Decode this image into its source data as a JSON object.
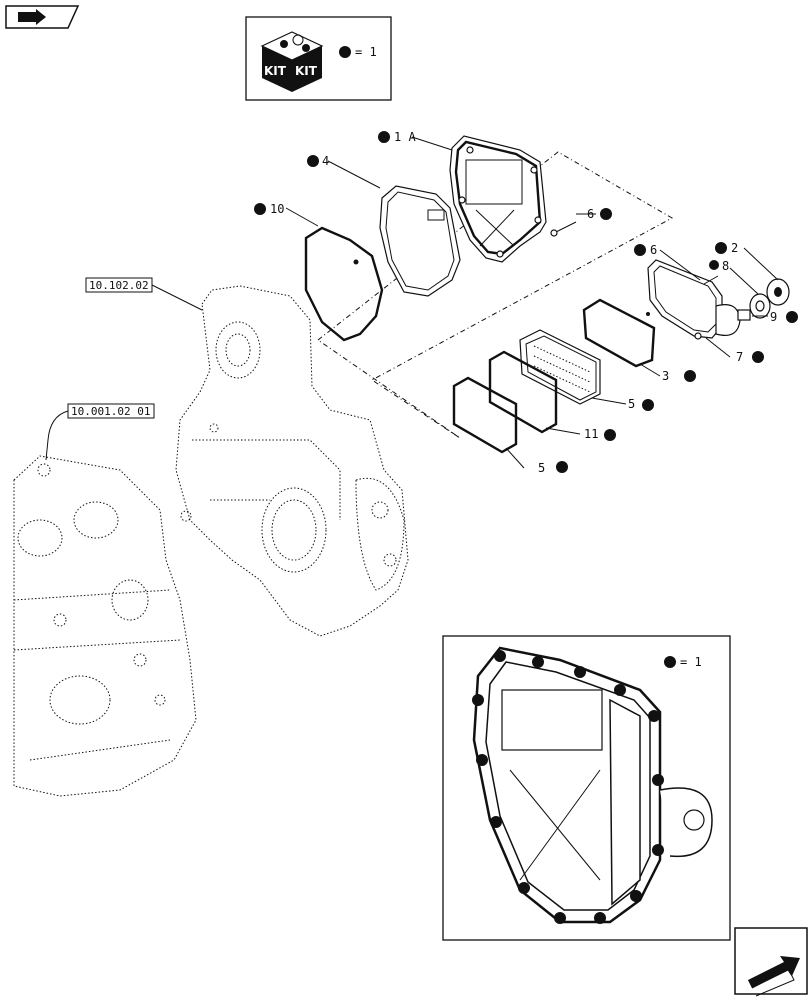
{
  "legend_top": {
    "text": "= 1",
    "kit_word_1": "KIT",
    "kit_word_2": "KIT"
  },
  "legend_inset": {
    "text": "= 1"
  },
  "refs": [
    {
      "id": "ref-10-102-02",
      "text": "10.102.02"
    },
    {
      "id": "ref-10-001-02-01",
      "text": "10.001.02 01"
    }
  ],
  "callouts": [
    {
      "id": "1A",
      "text": "1 A"
    },
    {
      "id": "4",
      "text": "4"
    },
    {
      "id": "10",
      "text": "10"
    },
    {
      "id": "6a",
      "text": "6"
    },
    {
      "id": "6b",
      "text": "6"
    },
    {
      "id": "2",
      "text": "2"
    },
    {
      "id": "8",
      "text": "8"
    },
    {
      "id": "9",
      "text": "9"
    },
    {
      "id": "3",
      "text": "3"
    },
    {
      "id": "5a",
      "text": "5"
    },
    {
      "id": "7",
      "text": "7"
    },
    {
      "id": "11",
      "text": "11"
    },
    {
      "id": "5b",
      "text": "5"
    }
  ],
  "colors": {
    "ink": "#111111",
    "paper": "#ffffff"
  },
  "icons": {
    "nav_top": "book-arrow-icon",
    "nav_bottom": "next-page-arrow-icon"
  }
}
